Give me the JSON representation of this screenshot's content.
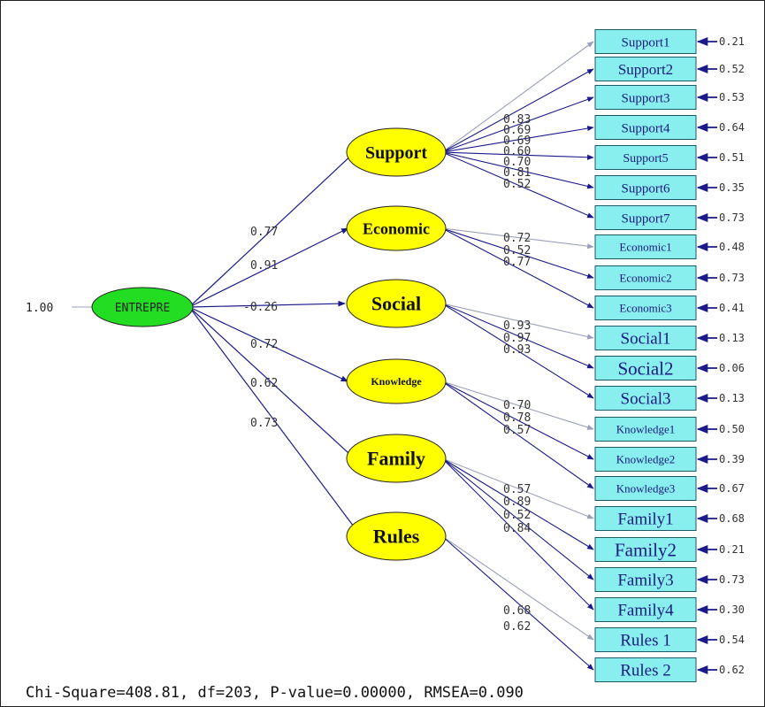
{
  "colors": {
    "root_fill": "#22dd22",
    "latent_fill": "#ffff00",
    "indicator_fill": "#88eeee",
    "arrow": "#1a1a8a",
    "faint_arrow": "#9aa0b8"
  },
  "root": {
    "label": "ENTREPRE",
    "variance": "1.00"
  },
  "latents": [
    {
      "name": "Support",
      "loading": "0.77"
    },
    {
      "name": "Economic",
      "loading": "0.91"
    },
    {
      "name": "Social",
      "loading": "-0.26"
    },
    {
      "name": "Knowledge",
      "loading": "0.72"
    },
    {
      "name": "Family",
      "loading": "0.62"
    },
    {
      "name": "Rules",
      "loading": "0.73"
    }
  ],
  "indicators": [
    {
      "name": "Support1",
      "latent": 0,
      "loading": "0.83",
      "error": "0.21"
    },
    {
      "name": "Support2",
      "latent": 0,
      "loading": "0.69",
      "error": "0.52"
    },
    {
      "name": "Support3",
      "latent": 0,
      "loading": "0.69",
      "error": "0.53"
    },
    {
      "name": "Support4",
      "latent": 0,
      "loading": "0.60",
      "error": "0.64"
    },
    {
      "name": "Support5",
      "latent": 0,
      "loading": "0.70",
      "error": "0.51"
    },
    {
      "name": "Support6",
      "latent": 0,
      "loading": "0.81",
      "error": "0.35"
    },
    {
      "name": "Support7",
      "latent": 0,
      "loading": "0.52",
      "error": "0.73"
    },
    {
      "name": "Economic1",
      "latent": 1,
      "loading": "0.72",
      "error": "0.48"
    },
    {
      "name": "Economic2",
      "latent": 1,
      "loading": "0.52",
      "error": "0.73"
    },
    {
      "name": "Economic3",
      "latent": 1,
      "loading": "0.77",
      "error": "0.41"
    },
    {
      "name": "Social1",
      "latent": 2,
      "loading": "0.93",
      "error": "0.13"
    },
    {
      "name": "Social2",
      "latent": 2,
      "loading": "0.97",
      "error": "0.06"
    },
    {
      "name": "Social3",
      "latent": 2,
      "loading": "0.93",
      "error": "0.13"
    },
    {
      "name": "Knowledge1",
      "latent": 3,
      "loading": "0.70",
      "error": "0.50"
    },
    {
      "name": "Knowledge2",
      "latent": 3,
      "loading": "0.78",
      "error": "0.39"
    },
    {
      "name": "Knowledge3",
      "latent": 3,
      "loading": "0.57",
      "error": "0.67"
    },
    {
      "name": "Family1",
      "latent": 4,
      "loading": "0.57",
      "error": "0.68"
    },
    {
      "name": "Family2",
      "latent": 4,
      "loading": "0.89",
      "error": "0.21"
    },
    {
      "name": "Family3",
      "latent": 4,
      "loading": "0.52",
      "error": "0.73"
    },
    {
      "name": "Family4",
      "latent": 4,
      "loading": "0.84",
      "error": "0.30"
    },
    {
      "name": "Rules 1",
      "latent": 5,
      "loading": "0.68",
      "error": "0.54"
    },
    {
      "name": "Rules 2",
      "latent": 5,
      "loading": "0.62",
      "error": "0.62"
    }
  ],
  "fit_statistics": "Chi-Square=408.81, df=203, P-value=0.00000, RMSEA=0.090"
}
